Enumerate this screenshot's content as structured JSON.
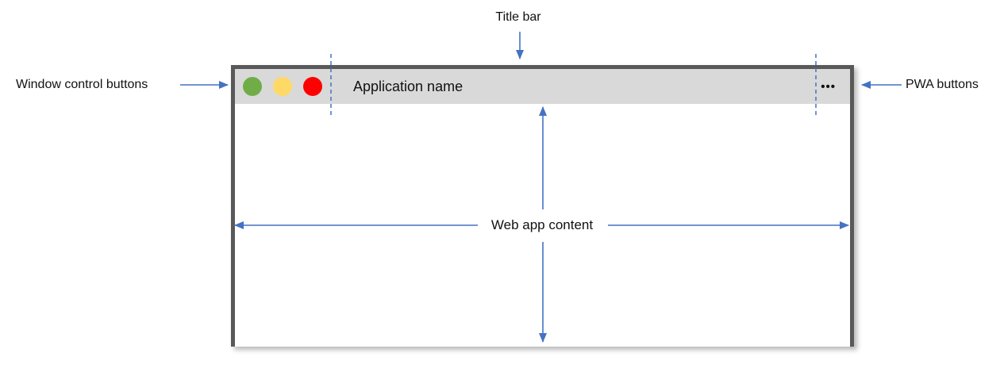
{
  "annotations": {
    "title_bar": "Title bar",
    "window_control_buttons": "Window control buttons",
    "pwa_buttons": "PWA buttons",
    "web_app_content": "Web app content"
  },
  "window": {
    "application_name": "Application name",
    "pwa_menu_icon": "•••"
  },
  "colors": {
    "annotation_blue": "#4472C4",
    "frame_gray": "#595959",
    "title_bar_gray": "#D9D9D9",
    "control_green": "#70AD47",
    "control_yellow": "#FFD966",
    "control_red": "#FF0000"
  }
}
